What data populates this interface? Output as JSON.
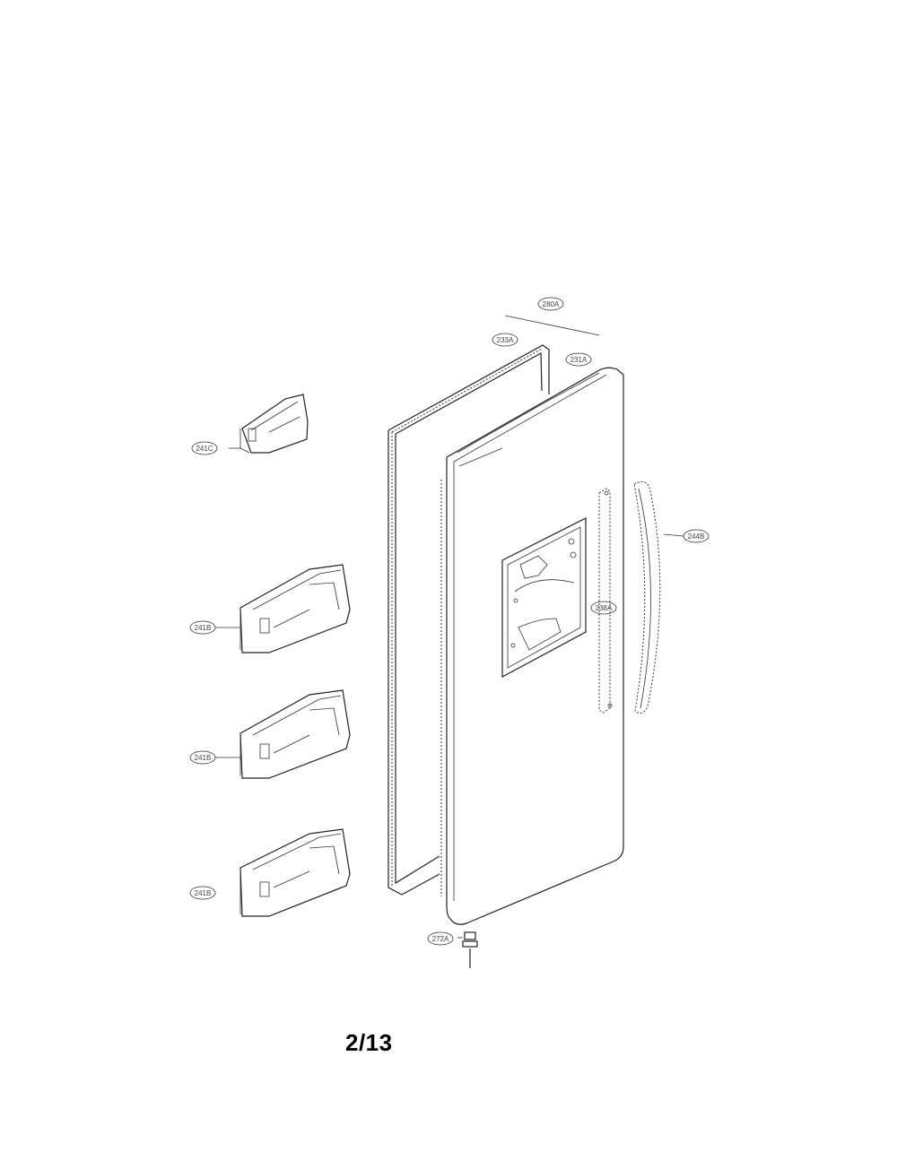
{
  "page_number": "2/13",
  "callouts": [
    {
      "id": "callout-top-right",
      "label": "280A"
    },
    {
      "id": "callout-gasket",
      "label": "233A"
    },
    {
      "id": "callout-door",
      "label": "231A"
    },
    {
      "id": "callout-handle",
      "label": "244B"
    },
    {
      "id": "callout-dispenser-cover",
      "label": "238A"
    },
    {
      "id": "callout-hinge",
      "label": "272A"
    },
    {
      "id": "callout-basket-1",
      "label": "241C"
    },
    {
      "id": "callout-basket-2",
      "label": "241B"
    },
    {
      "id": "callout-basket-3",
      "label": "241B"
    },
    {
      "id": "callout-basket-4",
      "label": "241B"
    }
  ]
}
